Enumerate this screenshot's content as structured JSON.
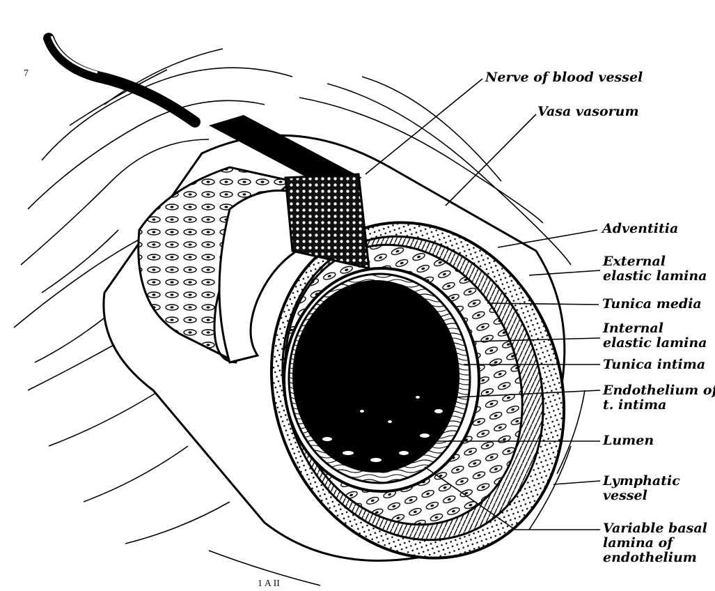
{
  "figure": {
    "corner_marks": {
      "top_left": "7",
      "bottom": "1 A II"
    },
    "labels": {
      "nerve_of_blood_vessel": "Nerve of blood vessel",
      "vasa_vasorum": "Vasa vasorum",
      "adventitia": "Adventitia",
      "external_elastic_lamina": [
        "External",
        "elastic lamina"
      ],
      "tunica_media": "Tunica media",
      "internal_elastic_lamina": [
        "Internal",
        "elastic lamina"
      ],
      "tunica_intima": "Tunica intima",
      "endothelium_of_t_intima": [
        "Endothelium of",
        "t. intima"
      ],
      "lumen": "Lumen",
      "lymphatic_vessel": [
        "Lymphatic",
        "vessel"
      ],
      "variable_basal_lamina": [
        "Variable basal",
        "lamina of",
        "endothelium"
      ]
    }
  }
}
